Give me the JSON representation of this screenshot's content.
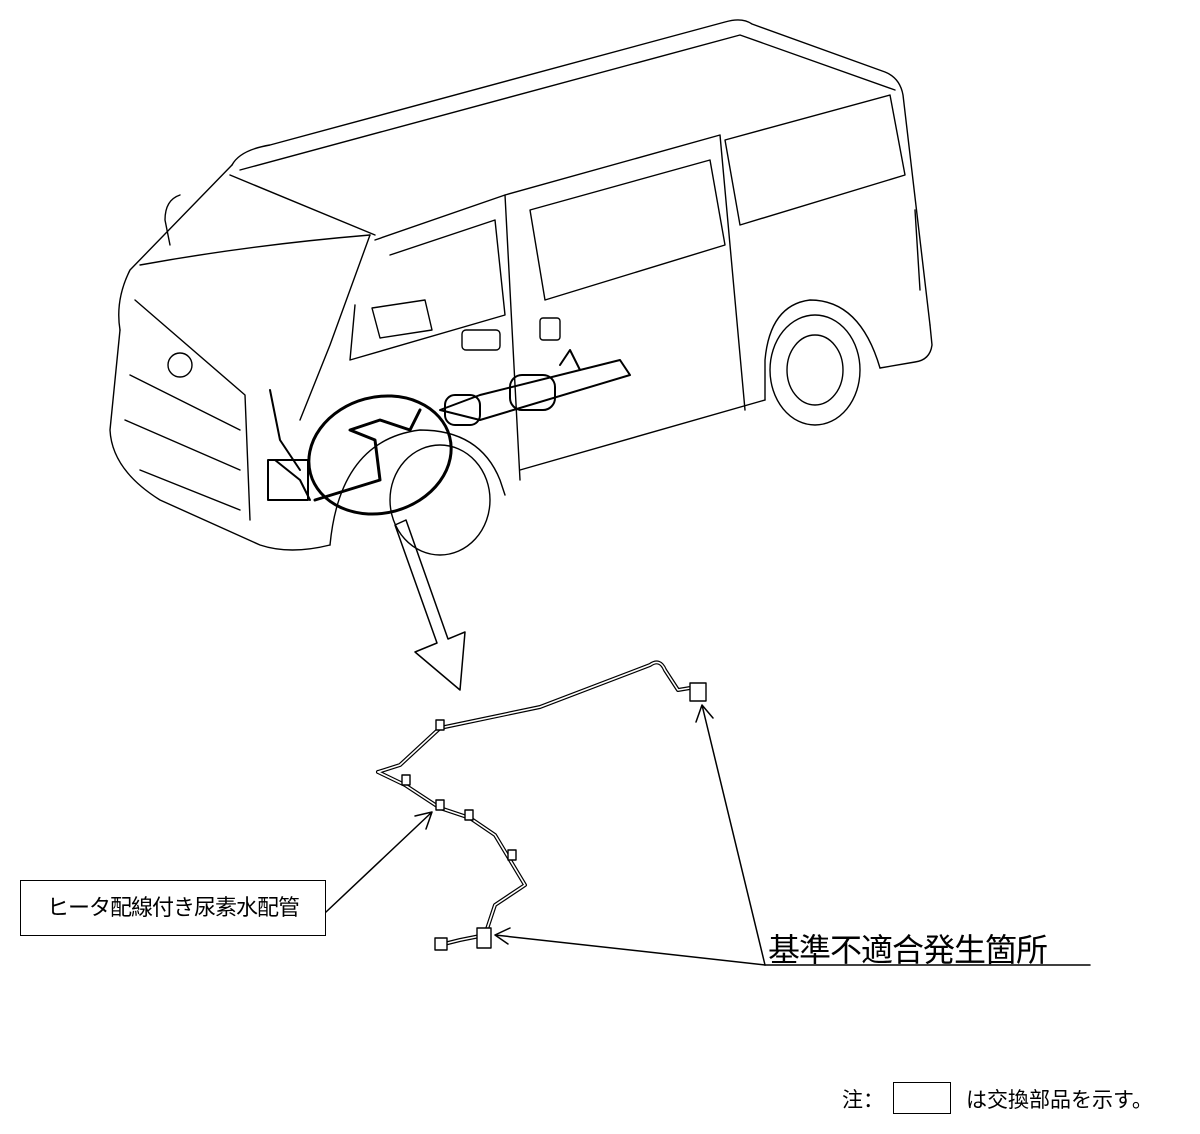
{
  "title": "ヒータ配線付き尿素水配管 リコール図",
  "labels": {
    "part_name": "ヒータ配線付き尿素水配管",
    "defect_location": "基準不適合発生箇所",
    "note_prefix": "注：",
    "note_text": "は交換部品を示す。"
  },
  "colors": {
    "line": "#000000",
    "background": "#ffffff"
  }
}
